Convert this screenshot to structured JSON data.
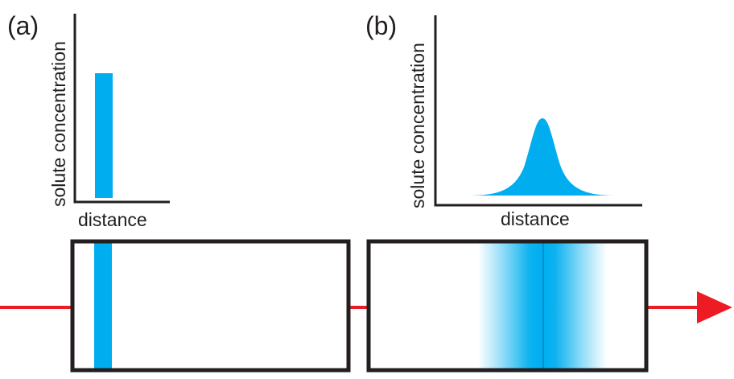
{
  "panels": [
    {
      "label": "(a)",
      "ylabel": "solute concentration",
      "xlabel": "distance"
    },
    {
      "label": "(b)",
      "ylabel": "solute concentration",
      "xlabel": "distance"
    }
  ],
  "colors": {
    "solute": "#00aeef",
    "solute_dark": "#0090d0",
    "flow_arrow": "#ed1c24",
    "frame": "#231f20",
    "text": "#231f20"
  }
}
